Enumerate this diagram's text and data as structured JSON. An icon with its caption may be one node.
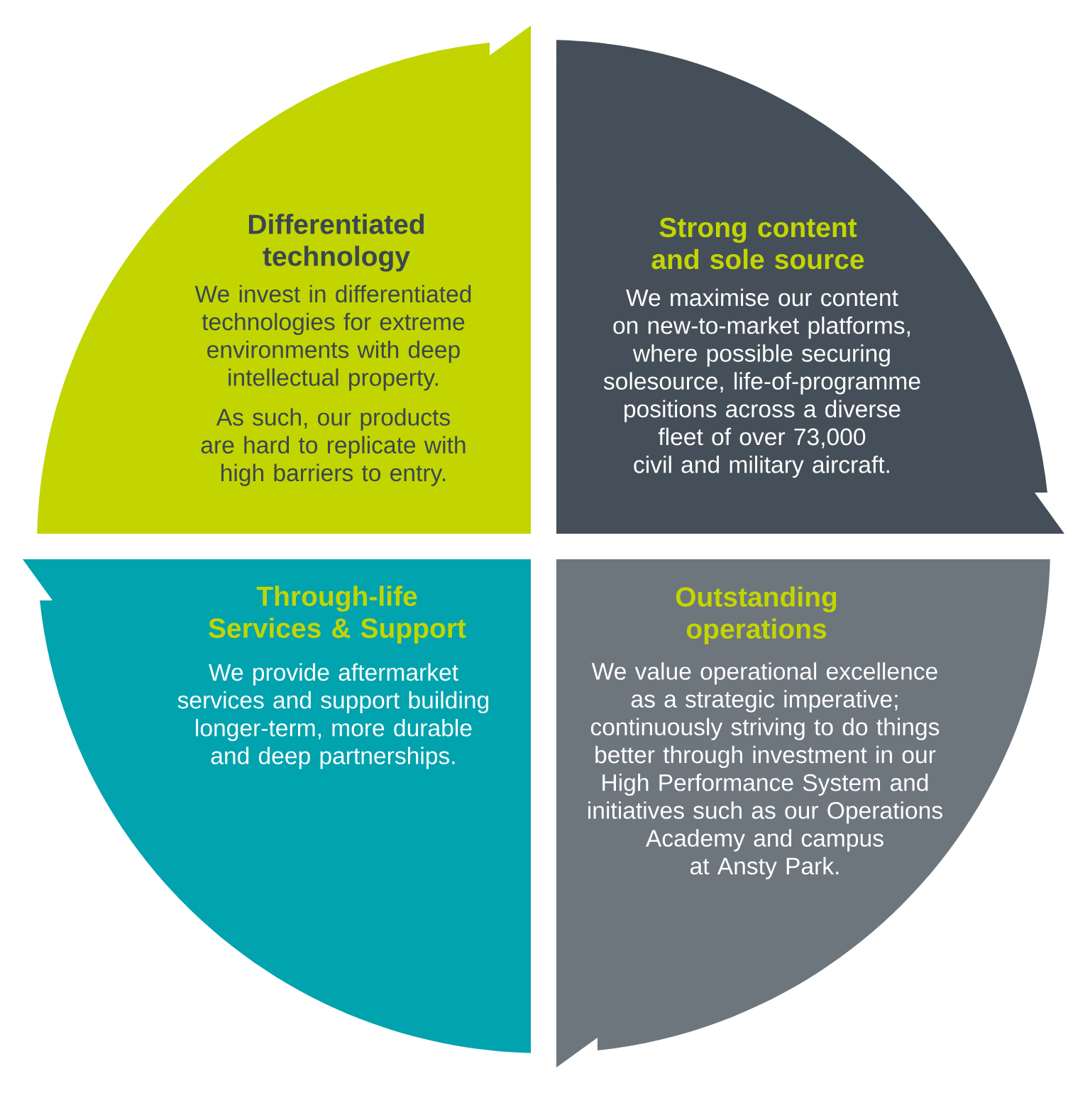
{
  "diagram": {
    "nodes": [
      {
        "text": [
          "Differentiated technology",
          "We invest in differentiated technologies for extreme environments with deep intellectual property.",
          "As such, our products are hard to replicate with high barriers to entry."
        ]
      },
      {
        "text": [
          "Strong content and sole source",
          "We maximise our content on new-to-market platforms, where possible securing solesource, life-of-programme positions across a diverse fleet of over 73,000 civil and military aircraft."
        ]
      },
      {
        "text": [
          "Through-life Services & Support",
          "We provide aftermarket services and support building longer-term, more durable and deep partnerships."
        ]
      },
      {
        "text": [
          "Outstanding operations",
          "We value operational excellence as a strategic imperative; continuously striving to do things better through investment in our High Performance System and initiatives such as our Operations Academy and campus at Ansty Park."
        ]
      }
    ]
  }
}
